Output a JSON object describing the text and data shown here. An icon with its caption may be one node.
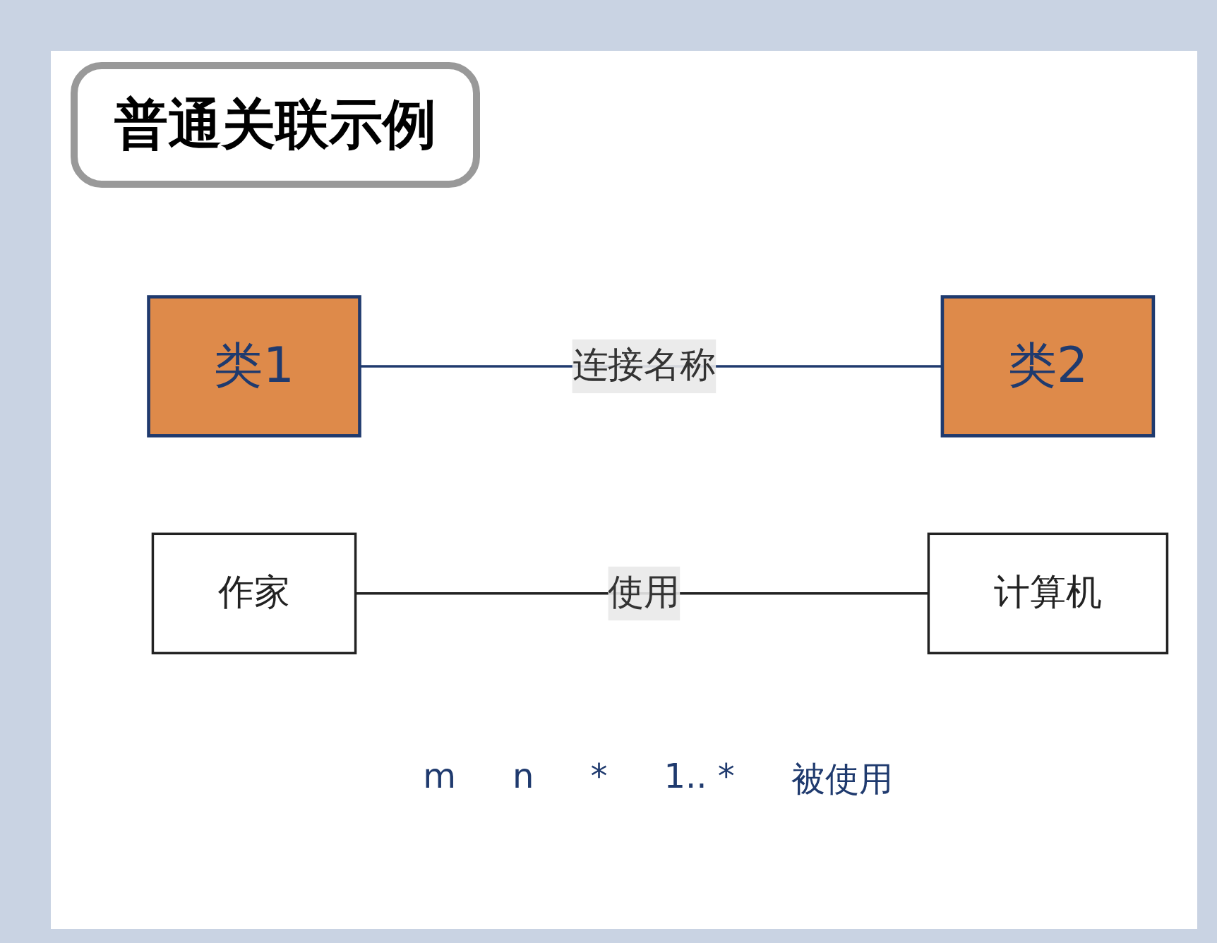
{
  "diagram": {
    "title": "普通关联示例",
    "nodes": [
      {
        "text": [
          "类1"
        ]
      },
      {
        "text": [
          "类2"
        ]
      },
      {
        "text": [
          "作家"
        ]
      },
      {
        "text": [
          "计算机"
        ]
      }
    ],
    "edges": [
      {
        "from": 0,
        "to": 1,
        "arrow": "none",
        "label": "连接名称",
        "color": "#1f3a6e"
      },
      {
        "from": 2,
        "to": 3,
        "arrow": "none",
        "label": "使用"
      }
    ],
    "labels": [
      "m",
      "n",
      "*",
      "1.. *",
      "被使用"
    ]
  }
}
